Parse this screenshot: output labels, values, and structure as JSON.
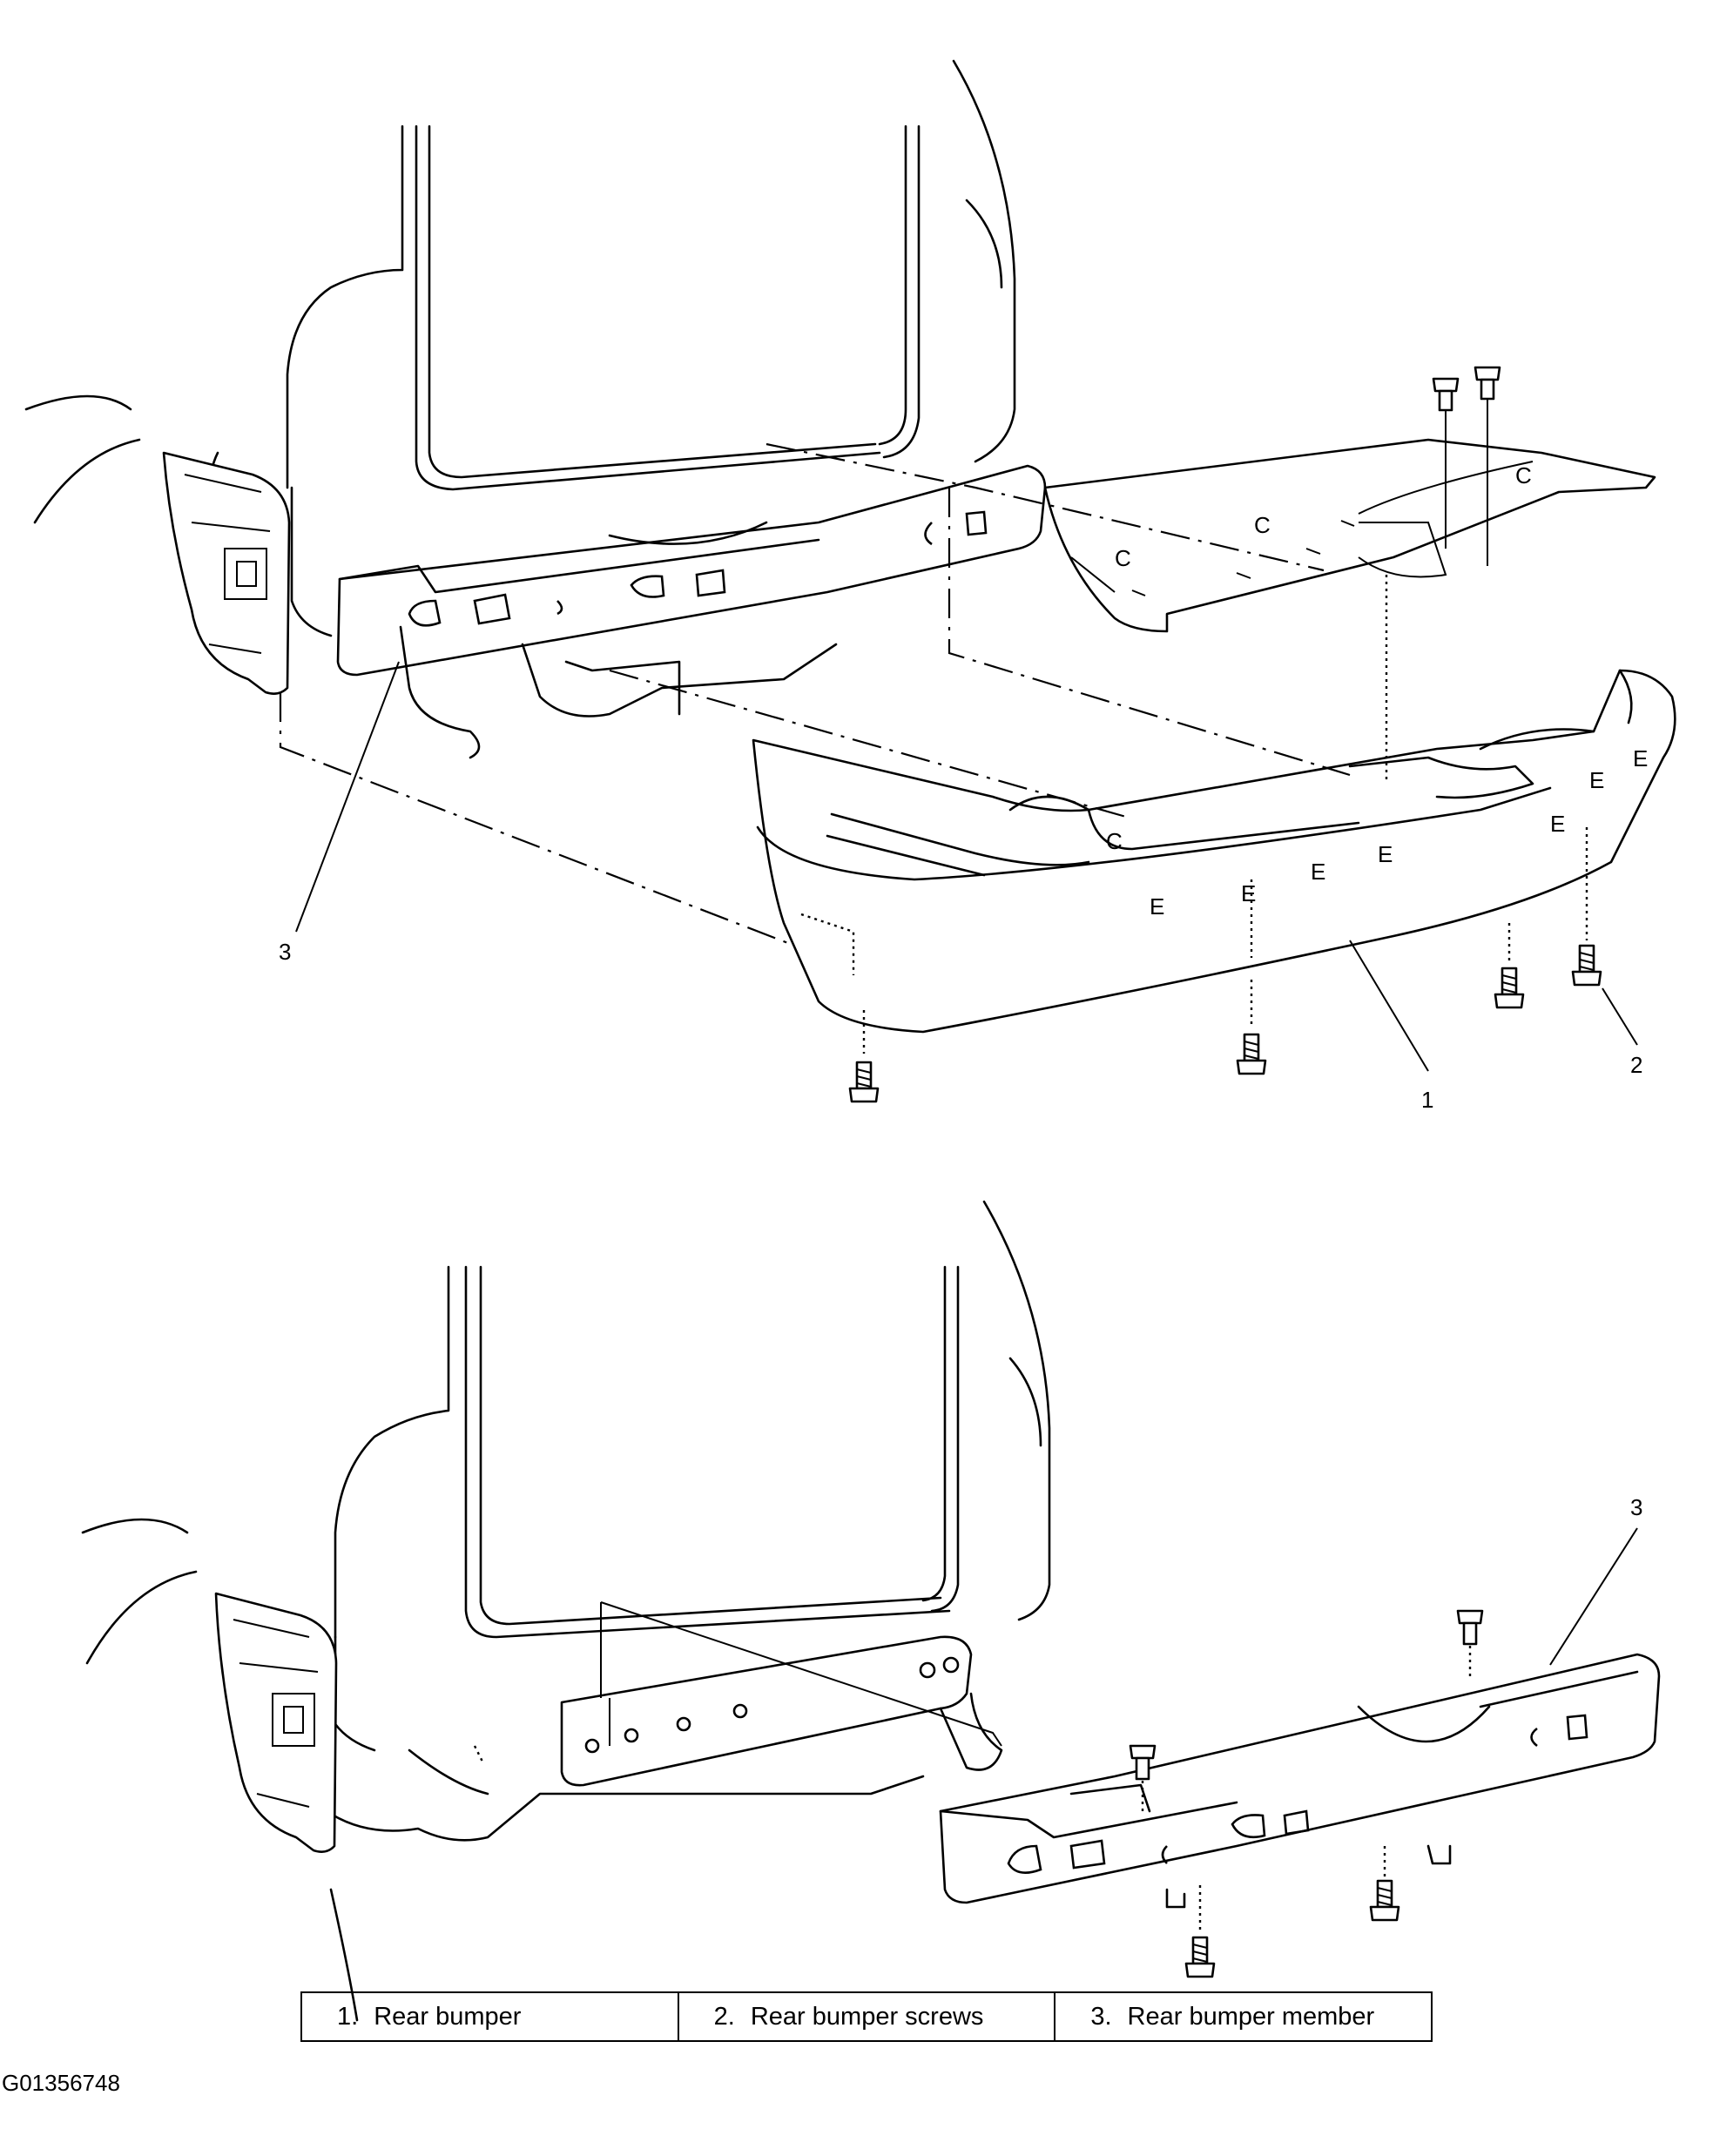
{
  "diagram": {
    "callouts": {
      "top": [
        {
          "id": "c3-top",
          "text": "3"
        },
        {
          "id": "c1-top",
          "text": "1"
        },
        {
          "id": "c2-top",
          "text": "2"
        }
      ],
      "bottom": [
        {
          "id": "c3-bottom",
          "text": "3"
        }
      ]
    }
  },
  "legend": [
    {
      "number": "1.",
      "label": "Rear bumper"
    },
    {
      "number": "2.",
      "label": "Rear bumper screws"
    },
    {
      "number": "3.",
      "label": "Rear bumper member"
    }
  ],
  "figure_id": "G01356748"
}
